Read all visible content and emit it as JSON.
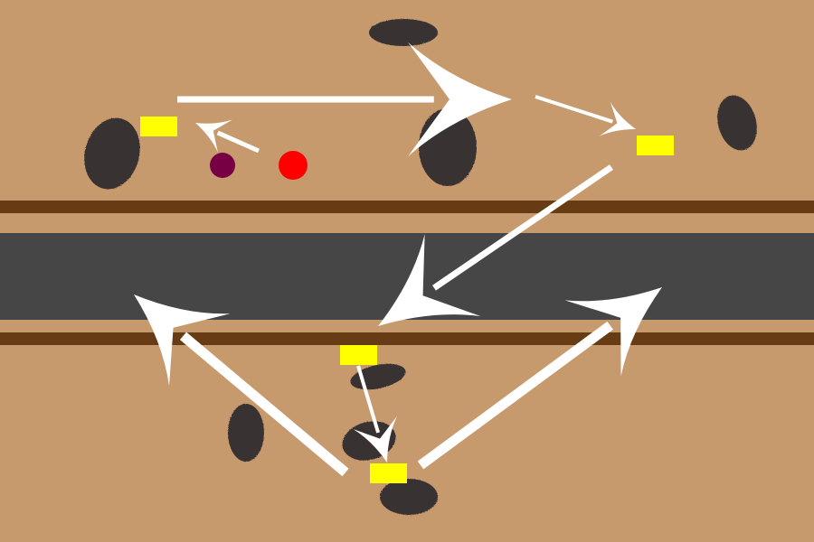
{
  "colors": {
    "ground": "#c69a6d",
    "road": "#464646",
    "road_edge": "#673c14",
    "obstacle": "#373030",
    "marker": "#ffff00",
    "arrow": "#ffffff",
    "agent_red": "#ff0000",
    "agent_purple": "#770044"
  },
  "elements": {
    "road": "road",
    "obstacles": [
      "obstacle",
      "obstacle",
      "obstacle",
      "obstacle",
      "obstacle",
      "obstacle",
      "obstacle",
      "obstacle",
      "obstacle"
    ],
    "markers": [
      "marker",
      "marker",
      "marker",
      "marker"
    ],
    "agents": [
      "red-agent",
      "purple-agent"
    ],
    "arrows": [
      "path-arrow",
      "path-arrow",
      "path-arrow",
      "path-arrow",
      "path-arrow",
      "path-arrow",
      "path-arrow",
      "path-arrow"
    ]
  }
}
